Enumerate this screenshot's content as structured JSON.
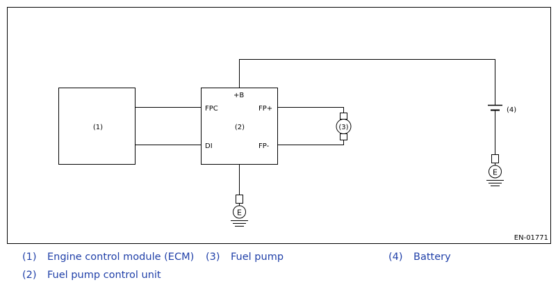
{
  "diagram": {
    "code": "EN-01771",
    "components": {
      "ecm": {
        "label": "(1)"
      },
      "fpcu": {
        "label": "(2)",
        "pins": {
          "plus_b": "+B",
          "fpc": "FPC",
          "di": "DI",
          "fp_plus": "FP+",
          "fp_minus": "FP-"
        }
      },
      "fuel_pump": {
        "label": "(3)"
      },
      "battery": {
        "label": "(4)"
      },
      "ground_fpcu": {
        "label": "E"
      },
      "ground_battery": {
        "label": "E"
      }
    }
  },
  "legend": [
    {
      "num": "(1)",
      "text": "Engine control module (ECM)"
    },
    {
      "num": "(2)",
      "text": "Fuel pump control unit"
    },
    {
      "num": "(3)",
      "text": "Fuel pump"
    },
    {
      "num": "(4)",
      "text": "Battery"
    }
  ]
}
